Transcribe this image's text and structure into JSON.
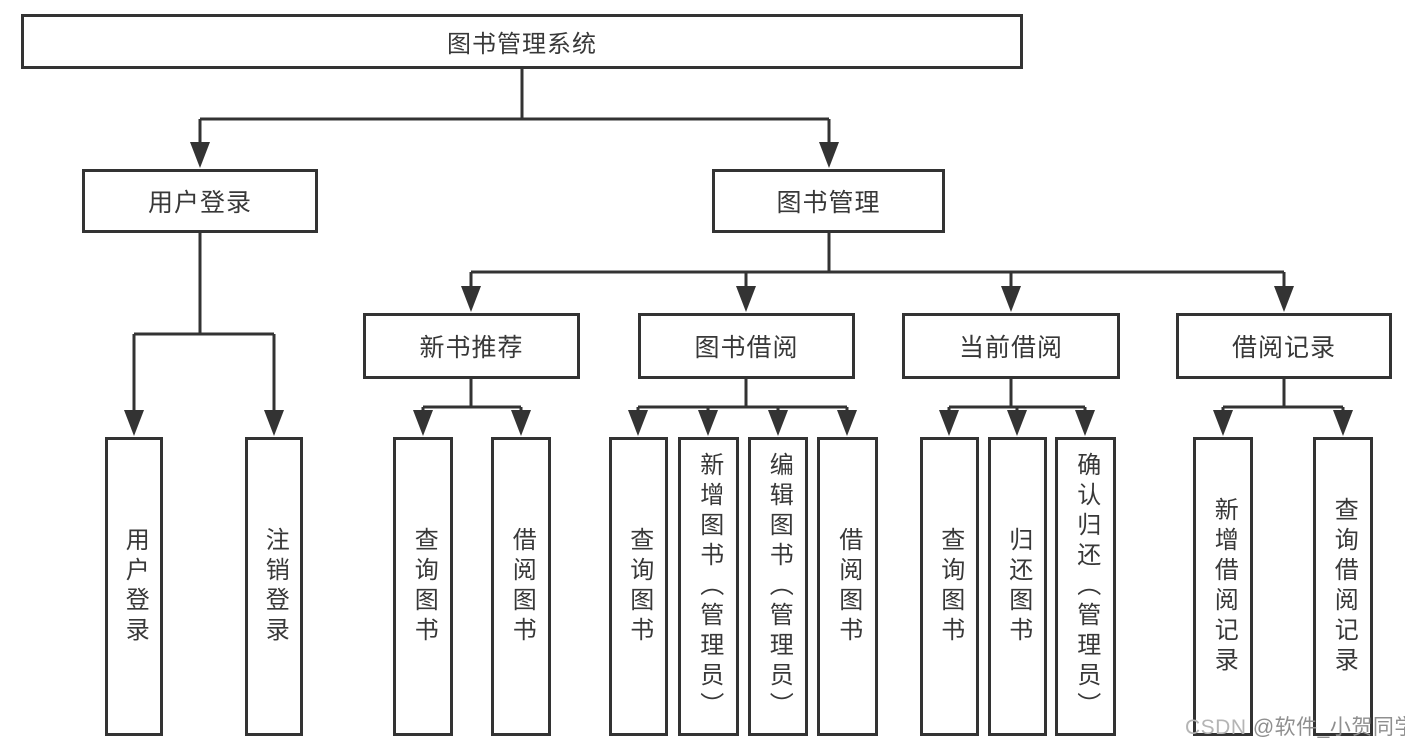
{
  "diagram_title": "图书管理系统",
  "colors": {
    "line": "#333333",
    "box_border": "#333333",
    "box_background": "#ffffff",
    "text": "#383838",
    "watermark_prefix": "#b5b5b5",
    "watermark_user": "#8f8f8f"
  },
  "tree": {
    "root": "图书管理系统",
    "branches": [
      {
        "label": "用户登录",
        "leaves": [
          "用户登录",
          "注销登录"
        ]
      },
      {
        "label": "图书管理",
        "sections": [
          {
            "label": "新书推荐",
            "leaves": [
              "查询图书",
              "借阅图书"
            ]
          },
          {
            "label": "图书借阅",
            "leaves": [
              "查询图书",
              "新增图书（管理员）",
              "编辑图书（管理员）",
              "借阅图书"
            ]
          },
          {
            "label": "当前借阅",
            "leaves": [
              "查询图书",
              "归还图书",
              "确认归还（管理员）"
            ]
          },
          {
            "label": "借阅记录",
            "leaves": [
              "新增借阅记录",
              "查询借阅记录"
            ]
          }
        ]
      }
    ]
  },
  "watermark": {
    "prefix": "CSDN ",
    "user": "@软件_小贺同学"
  }
}
